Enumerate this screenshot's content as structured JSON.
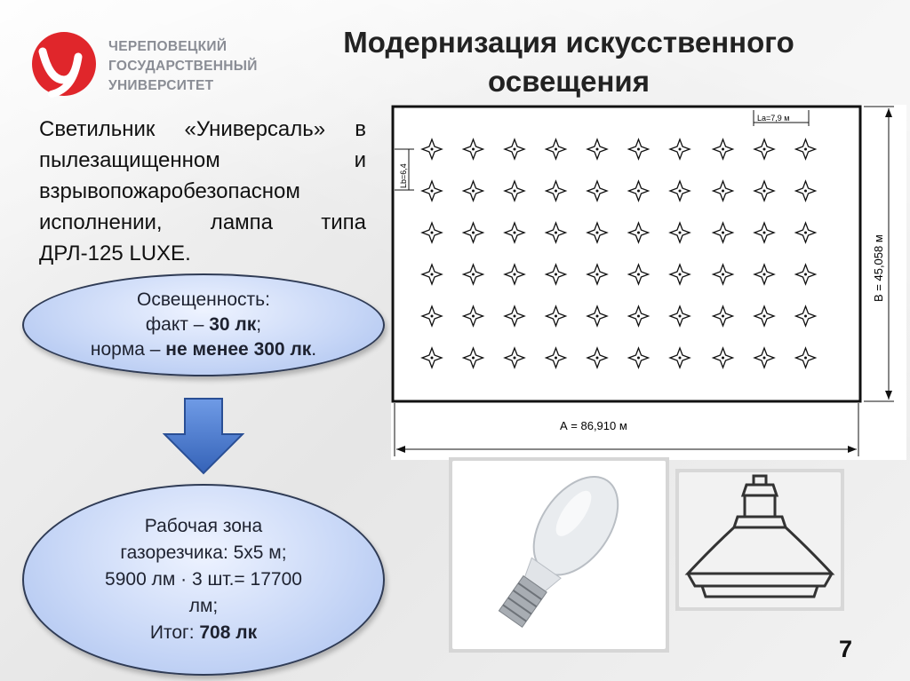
{
  "logo": {
    "lines": [
      "ЧЕРЕПОВЕЦКИЙ",
      "ГОСУДАРСТВЕННЫЙ",
      "УНИВЕРСИТЕТ"
    ],
    "mark_color": "#e0262b"
  },
  "title": {
    "line1": "Модернизация искусственного",
    "line2": "освещения"
  },
  "description": "Светильник «Универсаль» в пылезащищенном и взрывопожаробезопасном исполнении, лампа типа ДРЛ-125 LUXE.",
  "illuminance": {
    "heading": "Освещенность:",
    "fact_prefix": "факт – ",
    "fact_value": "30 лк",
    "fact_suffix": ";",
    "norm_prefix": "норма – ",
    "norm_value": "не менее 300 лк",
    "norm_suffix": "."
  },
  "work_zone": {
    "line1": "Рабочая зона",
    "line2": "газорезчика: 5х5 м;",
    "line3": "5900 лм · 3 шт.= 17700",
    "line4": "лм;",
    "total_prefix": "Итог: ",
    "total_value": "708 лк"
  },
  "plan": {
    "lx_label": "Lа=7,9 м",
    "ly_label": "Lb=6,4",
    "width_label": "А = 86,910 м",
    "height_label": "В = 45,058 м",
    "rows": 6,
    "cols": 10
  },
  "page_number": "7",
  "colors": {
    "ellipse_fill": "#c9d8f7",
    "arrow_fill": "#4a7bd0",
    "logo_red": "#e0262b"
  }
}
